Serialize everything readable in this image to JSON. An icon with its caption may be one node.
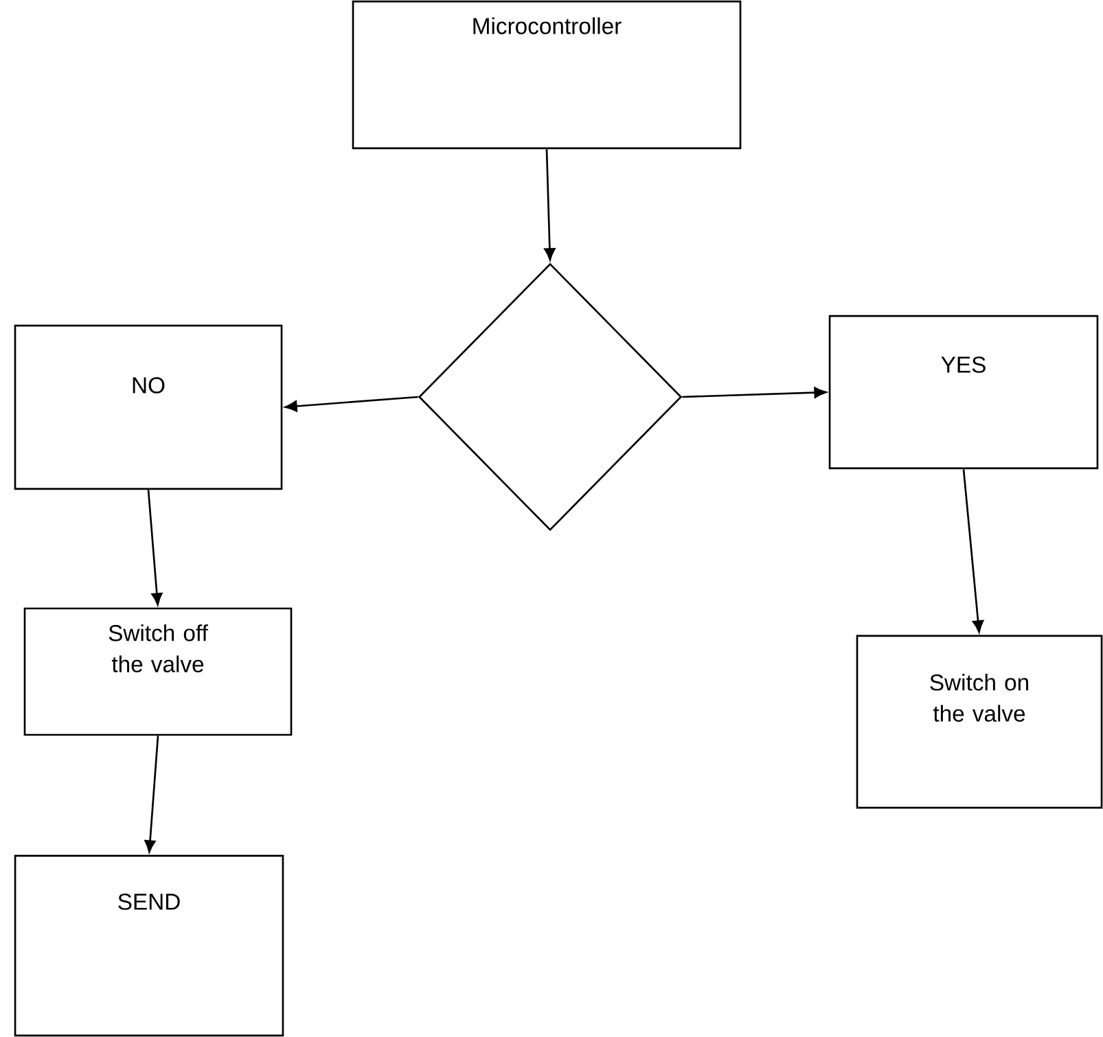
{
  "diagram": {
    "nodes": [
      {
        "text": [
          "Microcontroller"
        ]
      },
      {
        "text": [],
        "shape": "diamond"
      },
      {
        "text": [
          "NO"
        ]
      },
      {
        "text": [
          "YES"
        ]
      },
      {
        "text": [
          "Switch off the valve"
        ]
      },
      {
        "text": [
          "Switch on the valve"
        ]
      },
      {
        "text": [
          "SEND"
        ]
      }
    ],
    "edges": [
      {
        "from": 0,
        "to": 1,
        "arrow": "to"
      },
      {
        "from": 1,
        "to": 2,
        "arrow": "to"
      },
      {
        "from": 1,
        "to": 3,
        "arrow": "to"
      },
      {
        "from": 2,
        "to": 4,
        "arrow": "to"
      },
      {
        "from": 3,
        "to": 5,
        "arrow": "to"
      },
      {
        "from": 4,
        "to": 6,
        "arrow": "to"
      }
    ]
  }
}
